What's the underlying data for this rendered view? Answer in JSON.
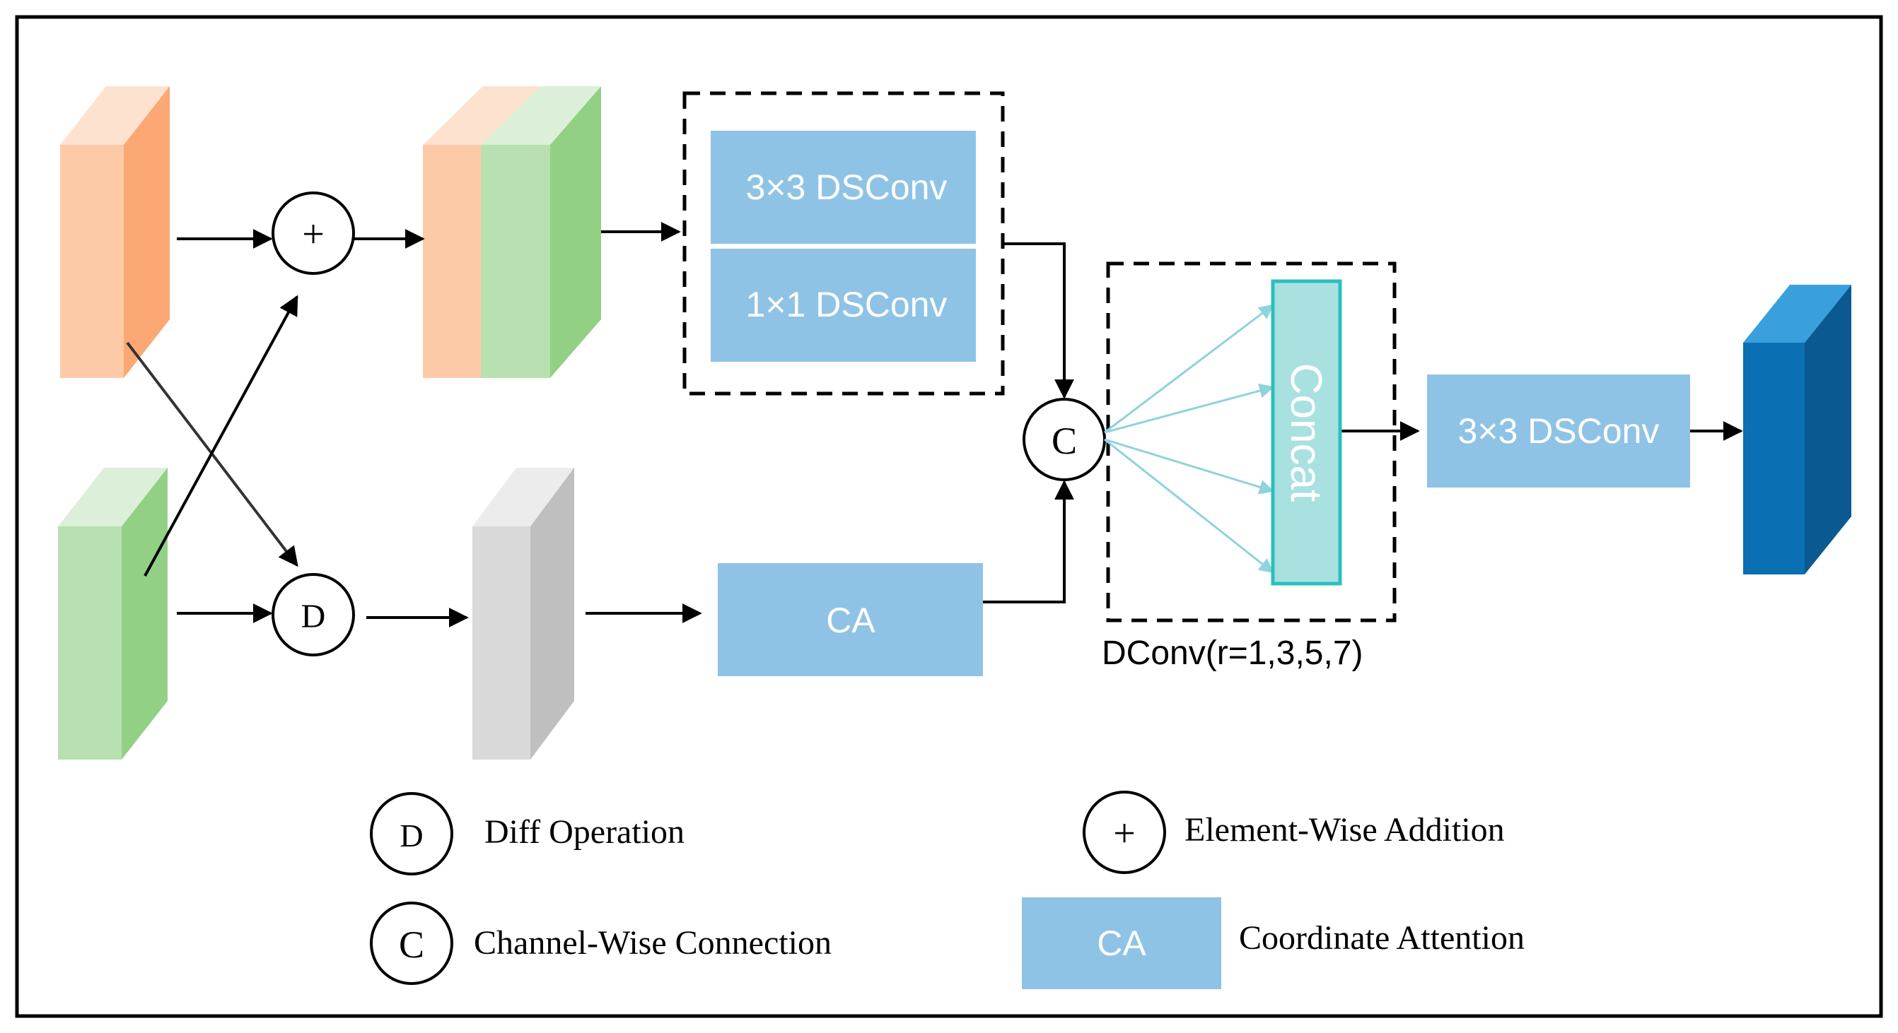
{
  "symbols": {
    "add": "+",
    "diff": "D",
    "concat_channel": "C"
  },
  "blocks": {
    "dsconv3": "3×3 DSConv",
    "dsconv1": "1×1 DSConv",
    "ca": "CA",
    "concat": "Concat",
    "dsconv3_out": "3×3 DSConv"
  },
  "dconv_label": "DConv(r=1,3,5,7)",
  "legend": {
    "diff": {
      "symbol": "D",
      "label": "Diff Operation"
    },
    "channel": {
      "symbol": "C",
      "label": "Channel-Wise Connection"
    },
    "add": {
      "symbol": "+",
      "label": "Element-Wise Addition"
    },
    "ca": {
      "symbol": "CA",
      "label": "Coordinate Attention"
    }
  },
  "colors": {
    "orange_front": "#fdcaa8",
    "orange_side": "#fca874",
    "green_front": "#b8e0b0",
    "green_side": "#92d184",
    "gray_front": "#d9d9d9",
    "gray_side": "#bfbfbf",
    "box_blue": "#8ec3e6",
    "concat_fill": "#a9e1e1",
    "concat_border": "#2bbfbf",
    "teal_arrow": "#8fd3dc",
    "out_front": "#0b6fb3",
    "out_side": "#0a5a91",
    "out_top": "#3aa0dd"
  }
}
